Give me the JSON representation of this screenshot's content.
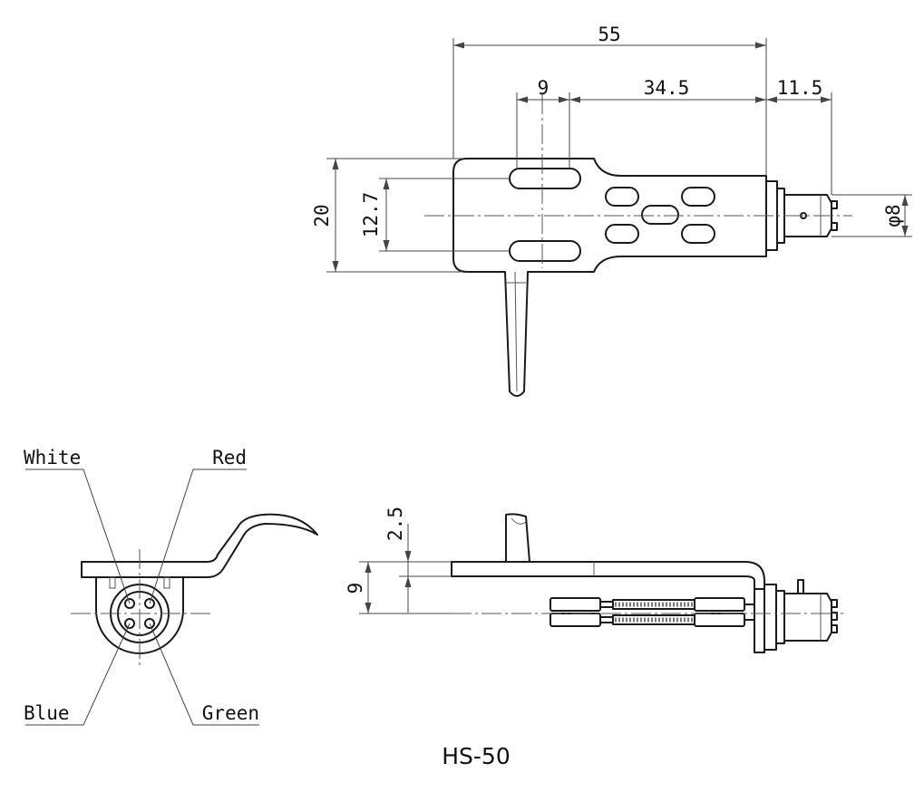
{
  "title": "HS-50",
  "dimensions": {
    "overall_length": "55",
    "slot_width": "9",
    "body_length": "34.5",
    "connector_length": "11.5",
    "total_width": "20",
    "slot_spacing": "12.7",
    "connector_diameter": "φ8",
    "side_height": "9",
    "side_offset": "2.5"
  },
  "pins": {
    "white": "White",
    "red": "Red",
    "blue": "Blue",
    "green": "Green"
  }
}
